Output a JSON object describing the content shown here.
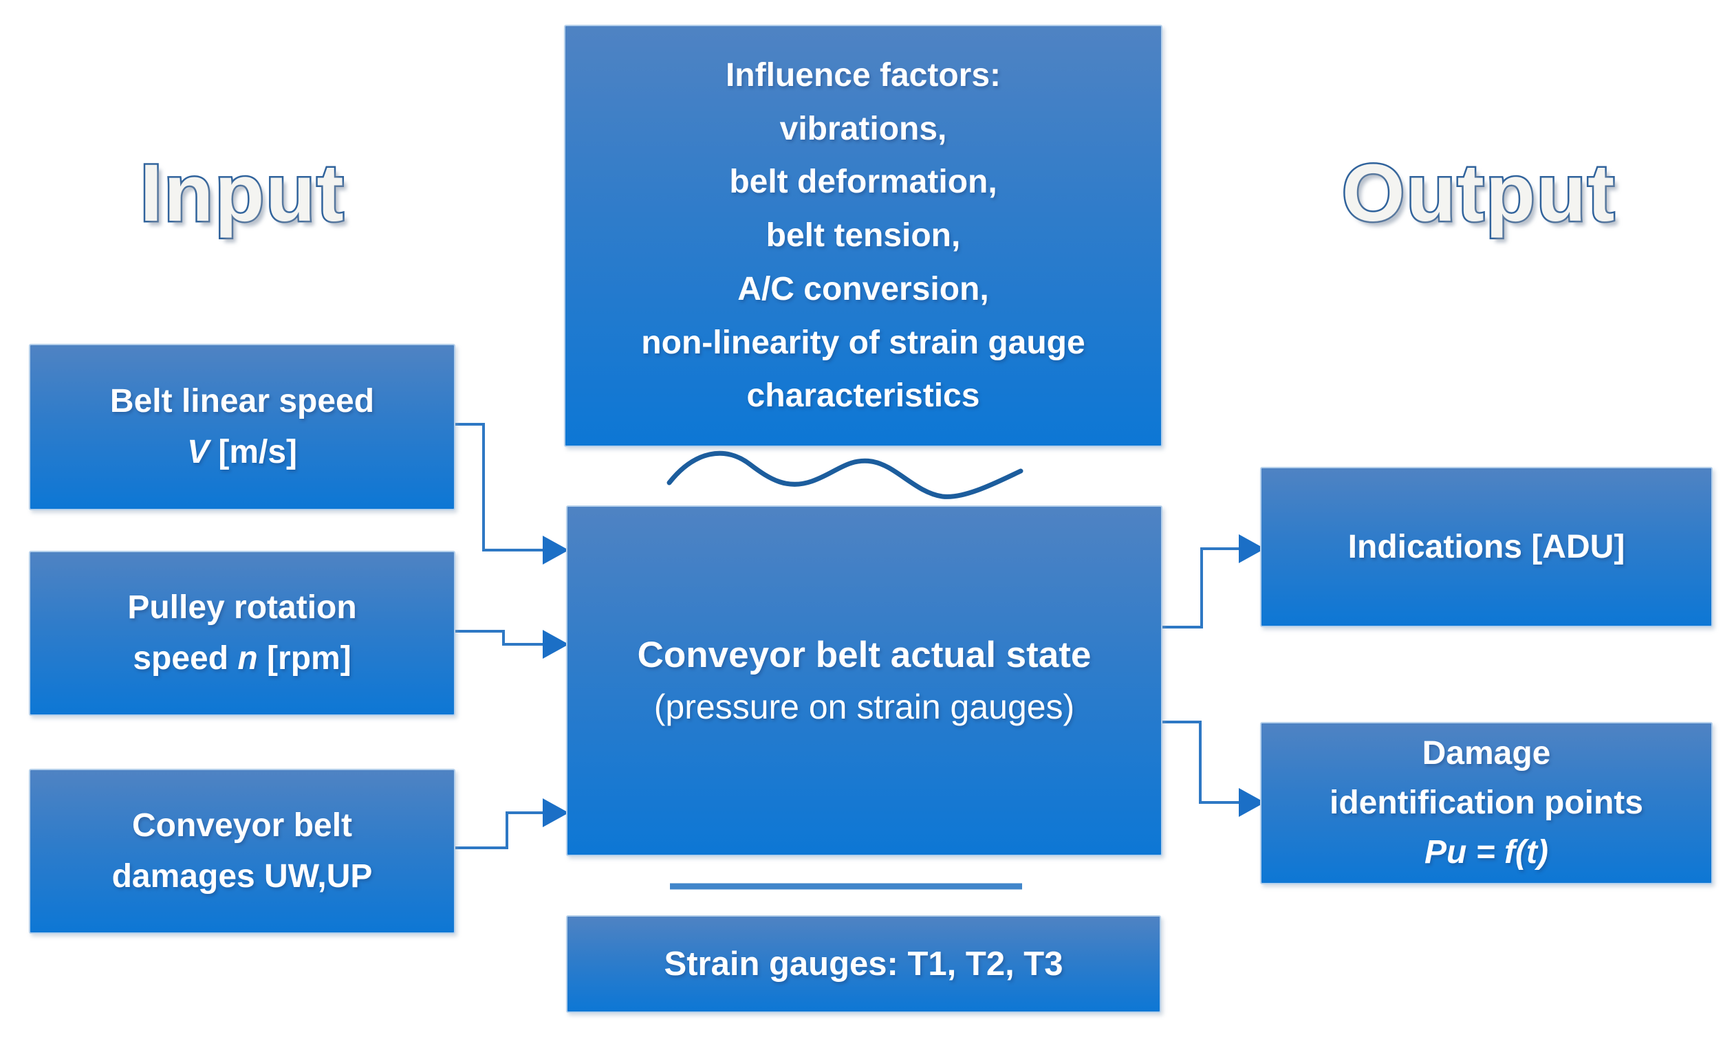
{
  "titles": {
    "input": "Input",
    "output": "Output"
  },
  "influence_box": {
    "lines": [
      "Influence factors:",
      "vibrations,",
      "belt deformation,",
      "belt tension,",
      "A/C conversion,",
      "non-linearity of strain gauge",
      "characteristics"
    ]
  },
  "state_box": {
    "title": "Conveyor belt actual state",
    "subtitle": "(pressure on strain gauges)"
  },
  "input_boxes": {
    "belt_speed": {
      "line1": "Belt linear speed",
      "symbol": "V",
      "unit": " [m/s]"
    },
    "pulley_speed": {
      "line1": "Pulley rotation",
      "pre": "speed ",
      "symbol": "n",
      "unit": " [rpm]"
    },
    "damages": {
      "line1": "Conveyor belt",
      "line2": "damages UW,UP"
    }
  },
  "output_boxes": {
    "indications": {
      "label": "Indications [ADU]"
    },
    "damage_points": {
      "line1": "Damage",
      "line2": "identification points",
      "formula": "Pu = f(t)"
    }
  },
  "gauges_box": {
    "label": "Strain gauges: T1, T2, T3"
  },
  "colors": {
    "box_gradient_top": "#4f83c3",
    "box_gradient_bottom": "#0d77d5",
    "box_border": "#b5d0eb",
    "arrow_line": "#2e78c4",
    "arrowhead": "#1b6fc6",
    "squiggle": "#1c5d9d",
    "divider": "#4186ca",
    "title_fill": "#f4f4f1",
    "title_outline": "#30639c",
    "text": "#ffffff"
  }
}
